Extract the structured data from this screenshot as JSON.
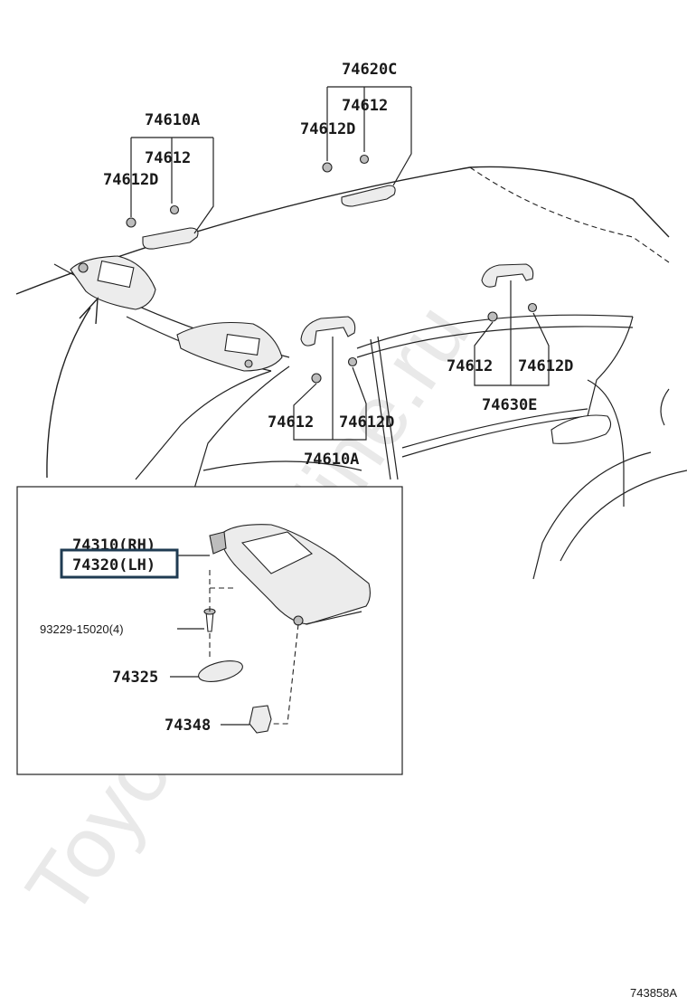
{
  "watermark": "ToyotaCar-Mine.ru",
  "figure_code": "743858A",
  "callouts": {
    "handle_front_left": {
      "group": "74610A",
      "clip": "74612",
      "clip_d": "74612D"
    },
    "handle_top_center": {
      "group": "74620C",
      "clip": "74612",
      "clip_d": "74612D"
    },
    "handle_mid": {
      "group": "74610A",
      "clip": "74612",
      "clip_d": "74612D"
    },
    "handle_rear": {
      "group": "74630E",
      "clip": "74612",
      "clip_d": "74612D"
    }
  },
  "detail": {
    "visor_rh": "74310(RH)",
    "visor_lh": "74320(LH)",
    "screw": "93229-15020(4)",
    "cover": "74325",
    "holder": "74348"
  }
}
